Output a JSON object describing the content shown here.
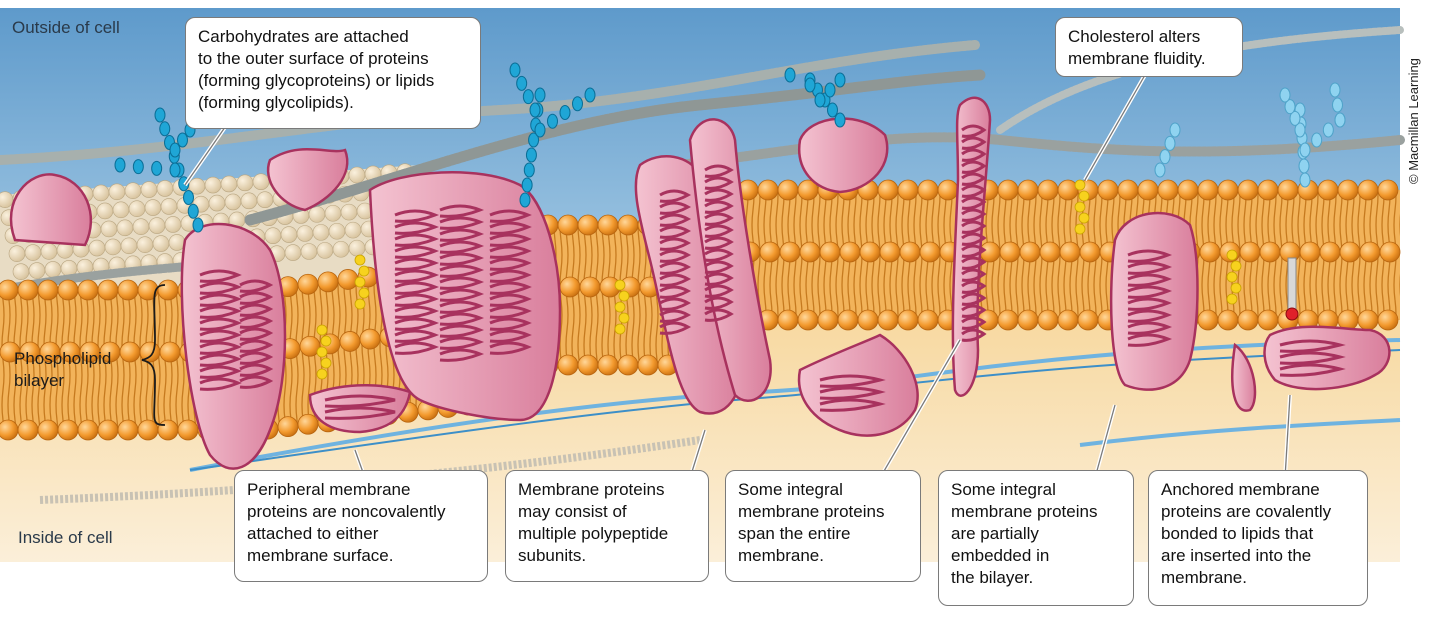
{
  "labels": {
    "outside": "Outside of cell",
    "inside": "Inside of cell",
    "bilayer": "Phospholipid\nbilayer",
    "copyright": "© Macmillan Learning"
  },
  "callouts": {
    "carbohydrates": "Carbohydrates are attached\nto the outer surface of proteins\n(forming glycoproteins) or lipids\n(forming glycolipids).",
    "cholesterol": "Cholesterol alters\nmembrane fluidity.",
    "peripheral": "Peripheral membrane\nproteins are noncovalently\nattached to either\nmembrane surface.",
    "subunits": "Membrane proteins\nmay consist of\nmultiple polypeptide\nsubunits.",
    "span": "Some integral\nmembrane proteins\nspan the entire\nmembrane.",
    "partial": "Some integral\nmembrane proteins\nare partially\nembedded in\nthe bilayer.",
    "anchored": "Anchored membrane\nproteins are covalently\nbonded to lipids that\nare inserted into the\nmembrane."
  },
  "colors": {
    "outside_bg": "#7fb0d6",
    "inside_bg": "#f0c987",
    "lipid_head": "#f39a2e",
    "protein": "#e8a3b8",
    "protein_dark": "#a8325e",
    "carbohydrate": "#1fa6d6",
    "cholesterol": "#f7d21e",
    "fiber": "#9aa6a8",
    "cytoskeleton": "#6fb3e0"
  }
}
